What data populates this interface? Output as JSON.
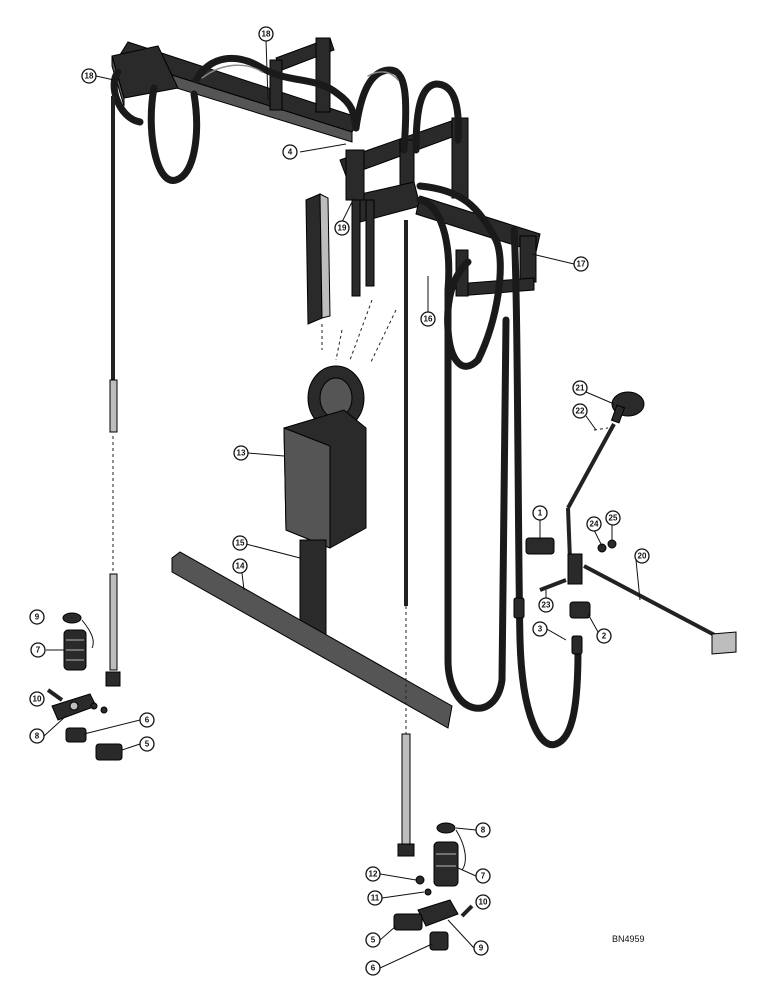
{
  "drawing_code": "BN4959",
  "callouts": [
    {
      "id": "c18-top",
      "label": "18"
    },
    {
      "id": "c18-left",
      "label": "18"
    },
    {
      "id": "c4",
      "label": "4"
    },
    {
      "id": "c19",
      "label": "19"
    },
    {
      "id": "c17",
      "label": "17"
    },
    {
      "id": "c16",
      "label": "16"
    },
    {
      "id": "c13",
      "label": "13"
    },
    {
      "id": "c15",
      "label": "15"
    },
    {
      "id": "c14",
      "label": "14"
    },
    {
      "id": "c21",
      "label": "21"
    },
    {
      "id": "c22",
      "label": "22"
    },
    {
      "id": "c1",
      "label": "1"
    },
    {
      "id": "c24",
      "label": "24"
    },
    {
      "id": "c25",
      "label": "25"
    },
    {
      "id": "c20",
      "label": "20"
    },
    {
      "id": "c23",
      "label": "23"
    },
    {
      "id": "c3",
      "label": "3"
    },
    {
      "id": "c2",
      "label": "2"
    },
    {
      "id": "c9-left",
      "label": "9"
    },
    {
      "id": "c7-left",
      "label": "7"
    },
    {
      "id": "c10-left",
      "label": "10"
    },
    {
      "id": "c8-left",
      "label": "8"
    },
    {
      "id": "c6-left",
      "label": "6"
    },
    {
      "id": "c5-left",
      "label": "5"
    },
    {
      "id": "c8-right",
      "label": "8"
    },
    {
      "id": "c7-right",
      "label": "7"
    },
    {
      "id": "c12",
      "label": "12"
    },
    {
      "id": "c11",
      "label": "11"
    },
    {
      "id": "c10-right",
      "label": "10"
    },
    {
      "id": "c5-right",
      "label": "5"
    },
    {
      "id": "c9-right",
      "label": "9"
    },
    {
      "id": "c6-right",
      "label": "6"
    }
  ]
}
